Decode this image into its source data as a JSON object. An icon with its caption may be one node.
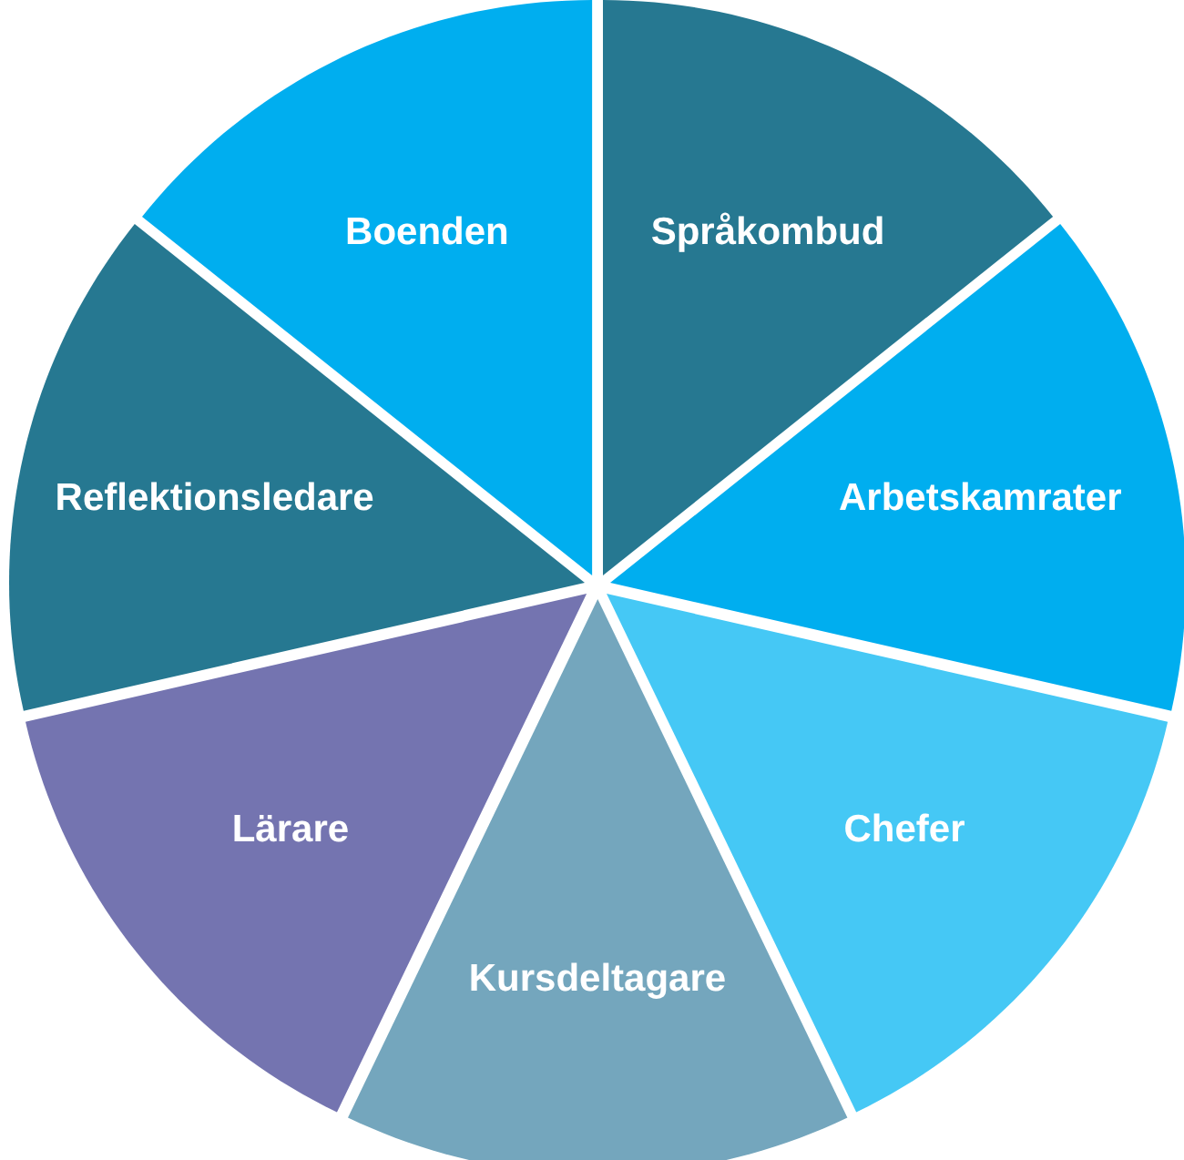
{
  "diagram": {
    "nodes": [
      {
        "text": [
          "Boenden"
        ]
      },
      {
        "text": [
          "Språkombud"
        ]
      },
      {
        "text": [
          "Arbetskamrater"
        ]
      },
      {
        "text": [
          "Reflektionsledare"
        ]
      },
      {
        "text": [
          "Lärare"
        ]
      },
      {
        "text": [
          "Chefer"
        ]
      },
      {
        "text": [
          "Kursdeltagare"
        ]
      }
    ]
  }
}
